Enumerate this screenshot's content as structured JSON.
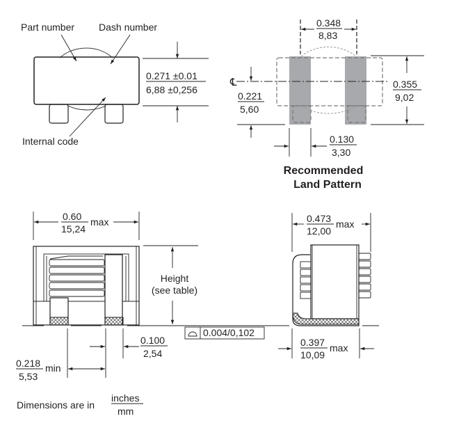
{
  "top_view": {
    "labels": {
      "part_number": "Part number",
      "dash_number": "Dash number",
      "internal_code": "Internal code"
    },
    "height_dim": {
      "inches": "0.271 ±0.01",
      "mm": "6,88 ±0,256"
    }
  },
  "land_pattern": {
    "title_line1": "Recommended",
    "title_line2": "Land Pattern",
    "centerline_symbol": "℄",
    "pad_spacing": {
      "inches": "0.348",
      "mm": "8,83"
    },
    "overall_height": {
      "inches": "0.355",
      "mm": "9,02"
    },
    "centerline_offset": {
      "inches": "0.221",
      "mm": "5,60"
    },
    "pad_width": {
      "inches": "0.130",
      "mm": "3,30"
    },
    "pad_color": "#a7a9ac"
  },
  "front_view": {
    "width": {
      "inches": "0.60",
      "mm": "15,24",
      "suffix": "max"
    },
    "height_label_line1": "Height",
    "height_label_line2": "(see table)",
    "coplanarity": {
      "symbol": "◠",
      "value": "0.004/0,102"
    },
    "terminal_spacing": {
      "inches": "0.218",
      "mm": "5,53",
      "suffix": "min"
    },
    "terminal_width": {
      "inches": "0.100",
      "mm": "2,54"
    }
  },
  "side_view": {
    "width_top": {
      "inches": "0.473",
      "mm": "12,00",
      "suffix": "max"
    },
    "width_bottom": {
      "inches": "0.397",
      "mm": "10,09",
      "suffix": "max"
    }
  },
  "footer": {
    "text": "Dimensions are in",
    "unit_top": "inches",
    "unit_bottom": "mm"
  }
}
